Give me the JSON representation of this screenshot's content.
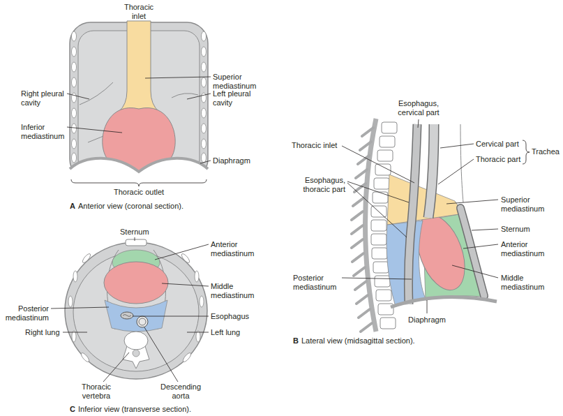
{
  "diagram": {
    "labels": [
      "Thoracic inlet",
      "Superior mediastinum",
      "Right pleural cavity",
      "Left pleural cavity",
      "Inferior mediastinum",
      "Diaphragm",
      "Thoracic outlet",
      "A",
      "Anterior view (coronal section).",
      "Esophagus, cervical part",
      "Thoracic inlet",
      "Cervical part",
      "Thoracic part",
      "Trachea",
      "Esophagus, thoracic part",
      "Superior mediastinum",
      "Sternum",
      "Anterior mediastinum",
      "Middle mediastinum",
      "Posterior mediastinum",
      "Diaphragm",
      "B",
      "Lateral view (midsagittal section).",
      "Sternum",
      "Anterior mediastinum",
      "Middle mediastinum",
      "Posterior mediastinum",
      "Esophagus",
      "Right lung",
      "Left lung",
      "Thoracic vertebra",
      "Descending aorta",
      "C",
      "Inferior view (transverse section)."
    ]
  }
}
